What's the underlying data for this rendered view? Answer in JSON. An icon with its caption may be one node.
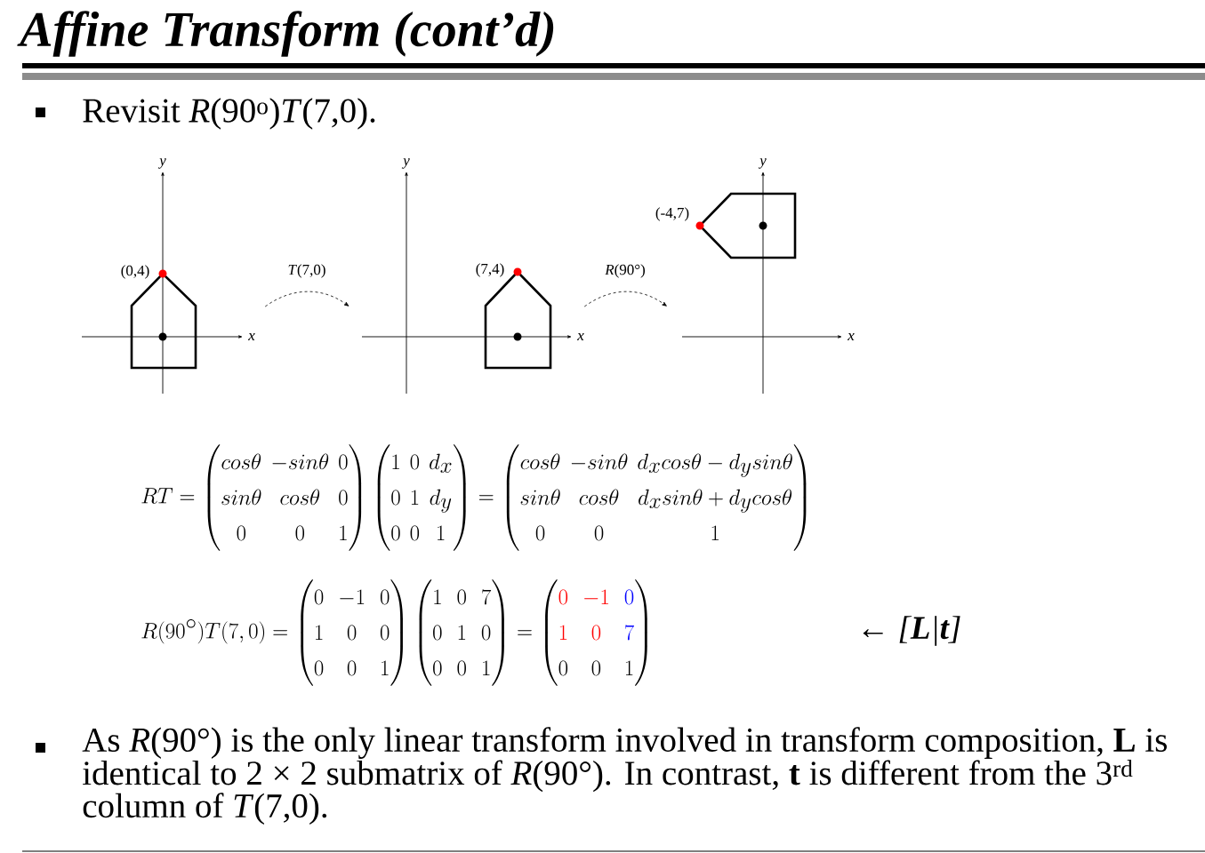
{
  "diagram": {
    "title": "Affine Transform (cont’d)",
    "nodes": [
      {
        "text": [
          "y",
          "(0,4)",
          "x"
        ]
      },
      {
        "text": [
          "y",
          "(7,4)",
          "x"
        ]
      },
      {
        "text": [
          "y",
          "(-4,7)",
          "x"
        ]
      }
    ],
    "edges": [
      {
        "from": 0,
        "to": 1,
        "arrow": "to",
        "style": "dashed",
        "label": "*T*(7,0)"
      },
      {
        "from": 1,
        "to": 2,
        "arrow": "to",
        "style": "dashed",
        "label": "*R*(90°)"
      }
    ],
    "labels": [
      "Revisit *R*(90$^{o}$)*T*(7,0).",
      "RT = \\begin{pmatrix} cos\\theta & -sin\\theta & 0\\\\ sin\\theta & cos\\theta & 0\\\\ 0 & 0 & 1\\end{pmatrix} \\begin{pmatrix} 1 & 0 & d_x\\\\ 0 & 1 & d_y\\\\ 0 & 0 & 1\\end{pmatrix} = \\begin{pmatrix} cos\\theta & -sin\\theta & d_xcos\\theta - d_ysin\\theta\\\\ sin\\theta & cos\\theta & d_xsin\\theta + d_ycos\\theta\\\\ 0 & 0 & 1\\end{pmatrix}",
      "R(90^\\circ)T(7,0) = \\begin{pmatrix} 0 & -1 & 0\\\\ 1 & 0 & 0\\\\ 0 & 0 & 1\\end{pmatrix} \\begin{pmatrix} 1 & 0 & 7\\\\ 0 & 1 & 0\\\\ 0 & 0 & 1\\end{pmatrix} = \\begin{pmatrix} \\color{red}0 & \\color{red}-1 & \\color{blue}0\\\\ \\color{red}1 & \\color{red}0 & \\color{blue}7\\\\ 0 & 0 & 1\\end{pmatrix}",
      "← [**L**|**t**]",
      "As *R*(90°) is the only linear transform involved in transform composition, **L** is identical to 2 × 2 submatrix of *R*(90°). In contrast, **t** is different from the 3$^{rd}$ column of *T*(7,0)."
    ]
  }
}
